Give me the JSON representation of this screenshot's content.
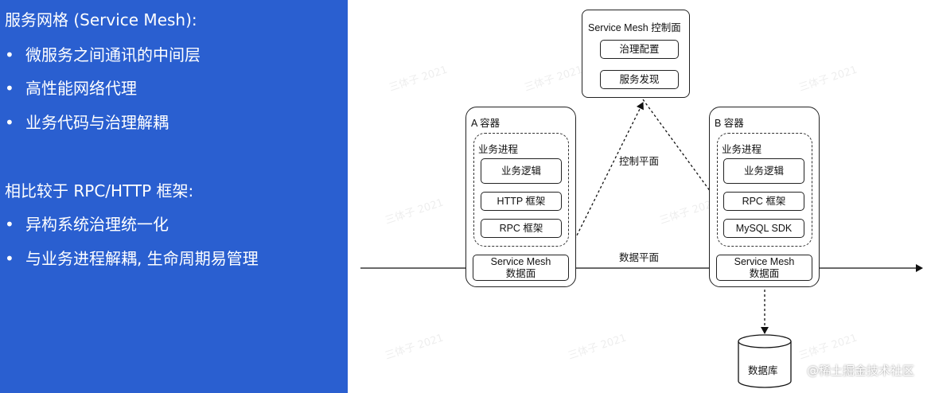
{
  "left_panel": {
    "title": "服务网格 (Service Mesh):",
    "bullets_1": [
      "微服务之间通讯的中间层",
      "高性能网络代理",
      "业务代码与治理解耦"
    ],
    "subtitle": "相比较于 RPC/HTTP 框架:",
    "bullets_2": [
      "异构系统治理统一化",
      "与业务进程解耦, 生命周期易管理"
    ],
    "bullet_symbol": "•",
    "bg_color": "#2a5fd0"
  },
  "diagram": {
    "control_plane": {
      "title": "Service Mesh 控制面",
      "items": [
        "治理配置",
        "服务发现"
      ]
    },
    "container_a": {
      "title": "A 容器",
      "process_title": "业务进程",
      "modules": [
        "业务逻辑",
        "HTTP 框架",
        "RPC 框架"
      ],
      "mesh_line1": "Service Mesh",
      "mesh_line2": "数据面"
    },
    "container_b": {
      "title": "B 容器",
      "process_title": "业务进程",
      "modules": [
        "业务逻辑",
        "RPC 框架",
        "MySQL SDK"
      ],
      "mesh_line1": "Service Mesh",
      "mesh_line2": "数据面"
    },
    "control_plane_label": "控制平面",
    "data_plane_label": "数据平面",
    "database_label": "数据库",
    "watermark_text": "三体子 2021"
  },
  "credit": "@稀土掘金技术社区"
}
